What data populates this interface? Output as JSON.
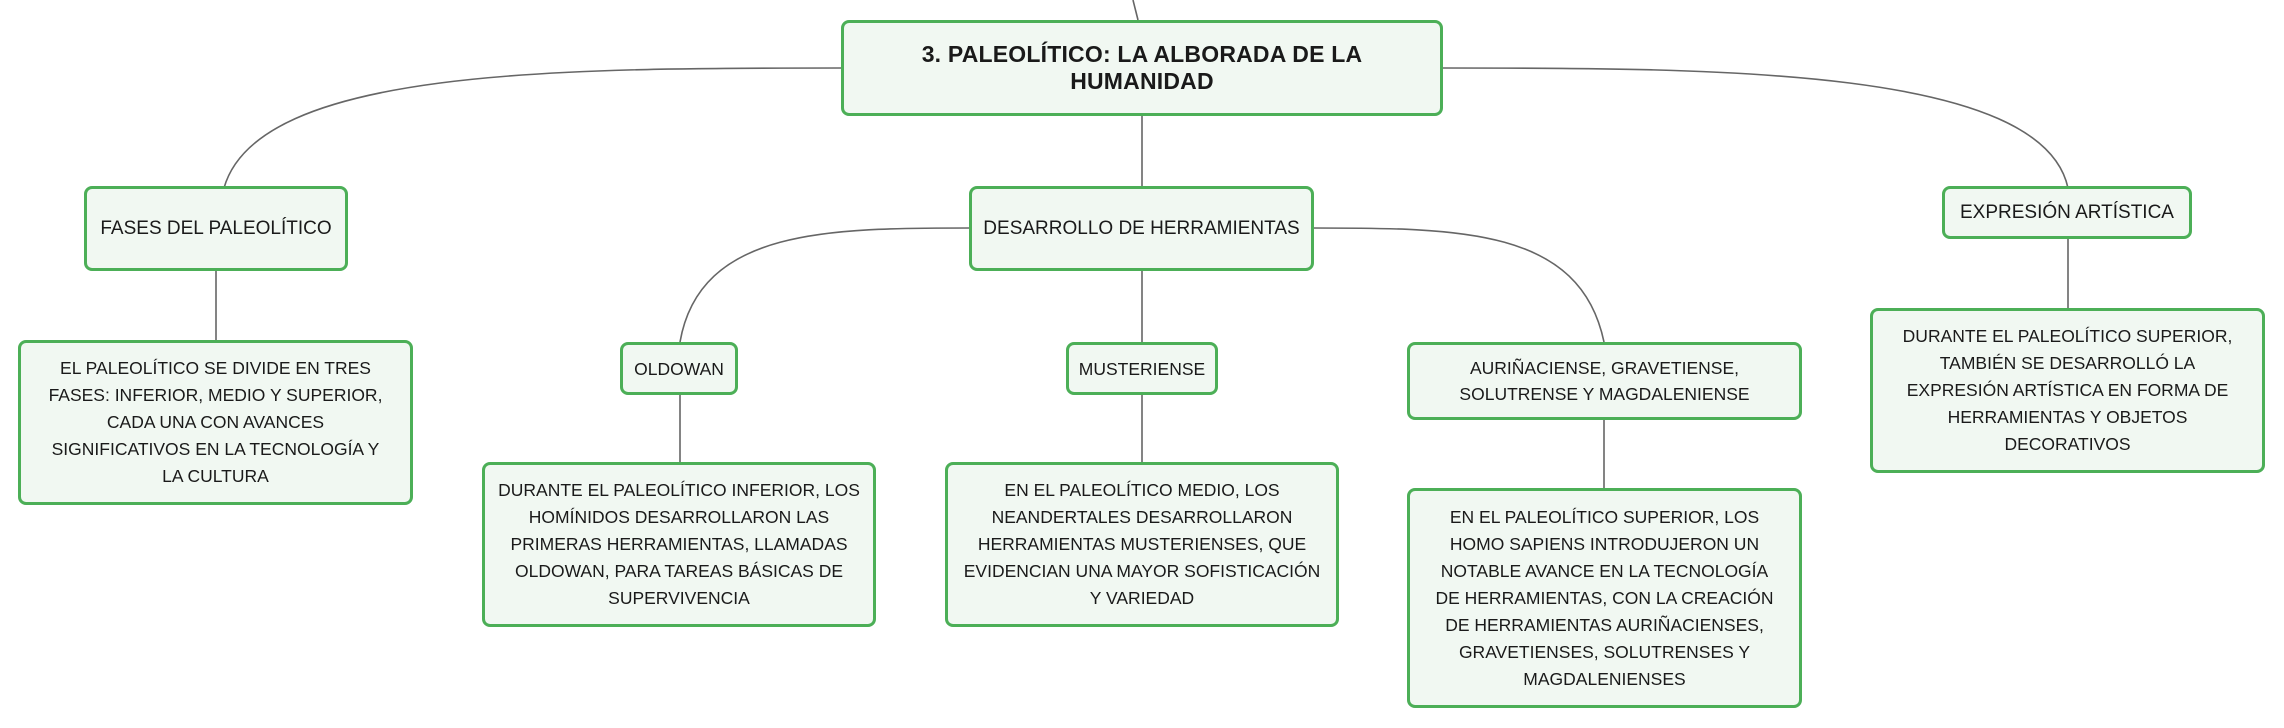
{
  "colors": {
    "node_fill": "#f1f8f2",
    "node_border": "#4caf57",
    "connector": "#666666",
    "text": "#1a1a1a"
  },
  "map": {
    "root": "3. PALEOLÍTICO: LA ALBORADA DE LA HUMANIDAD",
    "fases": {
      "title": "FASES DEL PALEOLÍTICO",
      "detail": "EL PALEOLÍTICO SE DIVIDE EN TRES FASES: INFERIOR, MEDIO Y SUPERIOR, CADA UNA CON AVANCES SIGNIFICATIVOS EN LA TECNOLOGÍA Y LA CULTURA"
    },
    "herramientas": {
      "title": "DESARROLLO DE HERRAMIENTAS",
      "oldowan": {
        "title": "OLDOWAN",
        "detail": "DURANTE EL PALEOLÍTICO INFERIOR, LOS HOMÍNIDOS DESARROLLARON LAS PRIMERAS HERRAMIENTAS, LLAMADAS OLDOWAN, PARA TAREAS BÁSICAS DE SUPERVIVENCIA"
      },
      "musteriense": {
        "title": "MUSTERIENSE",
        "detail": "EN EL PALEOLÍTICO MEDIO, LOS NEANDERTALES DESARROLLARON HERRAMIENTAS MUSTERIENSES, QUE EVIDENCIAN UNA MAYOR SOFISTICACIÓN Y VARIEDAD"
      },
      "auriñaciense": {
        "title": "AURIÑACIENSE, GRAVETIENSE, SOLUTRENSE Y MAGDALENIENSE",
        "detail": "EN EL PALEOLÍTICO SUPERIOR, LOS HOMO SAPIENS INTRODUJERON UN NOTABLE AVANCE EN LA TECNOLOGÍA DE HERRAMIENTAS, CON LA CREACIÓN DE HERRAMIENTAS AURIÑACIENSES, GRAVETIENSES, SOLUTRENSES Y MAGDALENIENSES"
      }
    },
    "arte": {
      "title": "EXPRESIÓN ARTÍSTICA",
      "detail": "DURANTE EL PALEOLÍTICO SUPERIOR, TAMBIÉN SE DESARROLLÓ LA EXPRESIÓN ARTÍSTICA EN FORMA DE HERRAMIENTAS Y OBJETOS DECORATIVOS"
    }
  }
}
